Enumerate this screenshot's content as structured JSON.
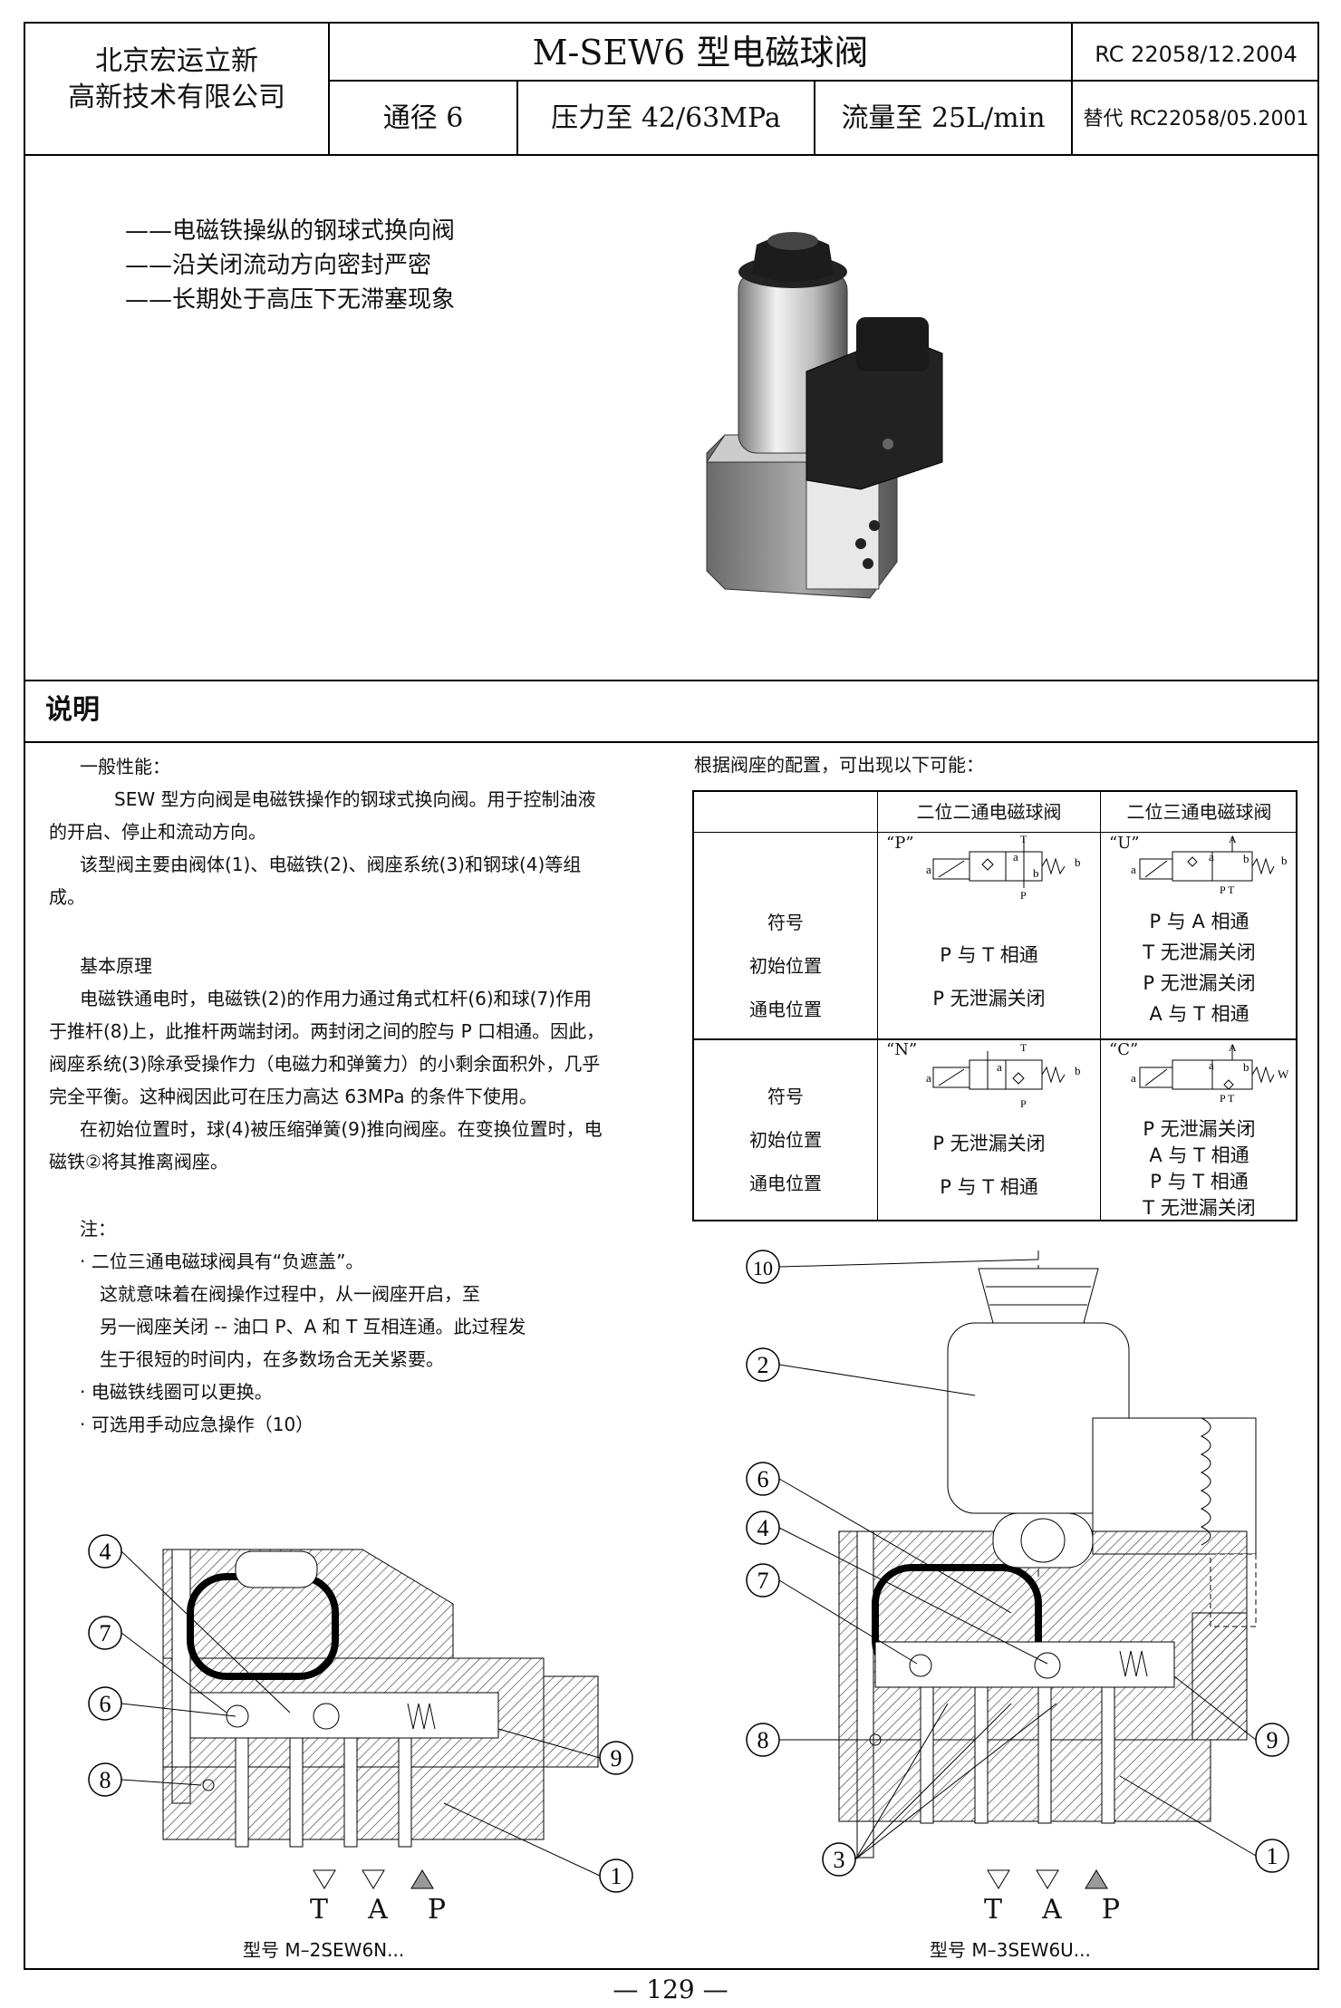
{
  "header": {
    "company_line1": "北京宏运立新",
    "company_line2": "高新技术有限公司",
    "title": "M-SEW6 型电磁球阀",
    "doc_code": "RC 22058/12.2004",
    "spec_bore": "通径 6",
    "spec_pressure": "压力至 42/63MPa",
    "spec_flow": "流量至 25L/min",
    "replaces": "替代 RC22058/05.2001"
  },
  "features": [
    "——电磁铁操纵的钢球式换向阀",
    "——沿关闭流动方向密封严密",
    "——长期处于高压下无滞塞现象"
  ],
  "section_title": "说明",
  "left_text": {
    "general_heading": "一般性能：",
    "general_p1_line1": "SEW 型方向阀是电磁铁操作的钢球式换向阀。用于控制油液",
    "general_p1_line2": "的开启、停止和流动方向。",
    "general_p2_line1": "该型阀主要由阀体(1)、电磁铁(2)、阀座系统(3)和钢球(4)等组",
    "general_p2_line2": "成。",
    "principle_heading": "基本原理",
    "principle_lines": [
      "电磁铁通电时，电磁铁(2)的作用力通过角式杠杆(6)和球(7)作用",
      "于推杆(8)上，此推杆两端封闭。两封闭之间的腔与 P 口相通。因此，",
      "阀座系统(3)除承受操作力（电磁力和弹簧力）的小剩余面积外，几乎",
      "完全平衡。这种阀因此可在压力高达 63MPa 的条件下使用。",
      "在初始位置时，球(4)被压缩弹簧(9)推向阀座。在变换位置时，电",
      "磁铁②将其推离阀座。"
    ],
    "note_heading": "注：",
    "note_lines": [
      "· 二位三通电磁球阀具有“负遮盖”。",
      "这就意味着在阀操作过程中，从一阀座开启，至",
      "另一阀座关闭 -- 油口 P、A 和 T 互相连通。此过程发",
      "生于很短的时间内，在多数场合无关紧要。",
      "· 电磁铁线圈可以更换。",
      "· 可选用手动应急操作（10）"
    ]
  },
  "table": {
    "intro": "根据阀座的配置，可出现以下可能：",
    "col_two_way": "二位二通电磁球阀",
    "col_three_way": "二位三通电磁球阀",
    "row_labels": [
      "符号",
      "初始位置",
      "通电位置"
    ],
    "row1": {
      "p_tag": "“P”",
      "p_initial": "P 与 T 相通",
      "p_energized": "P 无泄漏关闭",
      "u_tag": "“U”",
      "u_lines": [
        "P 与 A 相通",
        "T 无泄漏关闭",
        "P 无泄漏关闭",
        "A 与 T 相通"
      ]
    },
    "row2": {
      "n_tag": "“N”",
      "n_initial": "P 无泄漏关闭",
      "n_energized": "P 与 T 相通",
      "c_tag": "“C”",
      "c_lines": [
        "P 无泄漏关闭",
        "A 与 T 相通",
        "P 与 T 相通",
        "T 无泄漏关闭"
      ]
    },
    "sym_port_letters": {
      "a": "a",
      "b": "b",
      "W": "W",
      "P": "P",
      "T": "T",
      "A": "A",
      "PT": "P T"
    }
  },
  "drawings": {
    "callouts": [
      "1",
      "2",
      "3",
      "4",
      "6",
      "7",
      "8",
      "9",
      "10"
    ],
    "ports": [
      "T",
      "A",
      "P"
    ],
    "left_model": "型号  M–2SEW6N...",
    "right_model": "型号  M–3SEW6U..."
  },
  "footer": {
    "page_number": "— 129 —"
  }
}
